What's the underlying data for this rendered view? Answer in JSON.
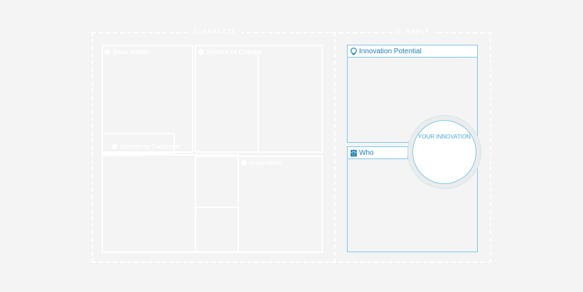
{
  "sections": {
    "analyze": "1. ANALYZE",
    "apply": "2. APPLY"
  },
  "analyze_blocks": {
    "base_model": "Base Model",
    "drivers_of_change": "Drivers of Change",
    "emerging_customer_expectations": "Emerging Customer\nExpectations",
    "inspiration": "Inspiration"
  },
  "apply_blocks": {
    "innovation_potential": "Innovation Potential",
    "who": "Who",
    "your_innovation": "YOUR INNOVATION"
  },
  "colors": {
    "background": "#f4f4f4",
    "faint_lines": "#ffffff",
    "accent_blue": "#4aa8d8",
    "box_border_blue": "#7ec8ec",
    "label_blue": "#1f7fb8"
  },
  "icons": {
    "innovation_potential": "lightbulb-head-icon",
    "who": "people-icon",
    "base_model": "circle-icon",
    "drivers_of_change": "leaf-icon",
    "emerging_customer_expectations": "speech-bubble-icon",
    "inspiration": "refresh-arrow-icon"
  }
}
